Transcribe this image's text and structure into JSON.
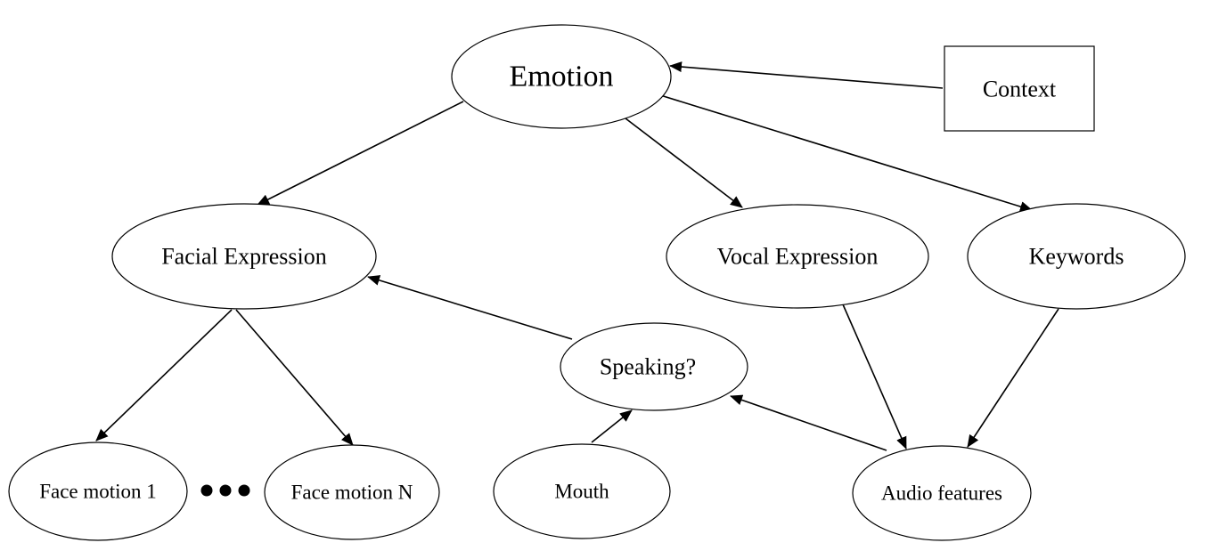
{
  "nodes": {
    "emotion": "Emotion",
    "context": "Context",
    "facial_expression": "Facial Expression",
    "vocal_expression": "Vocal Expression",
    "keywords": "Keywords",
    "speaking": "Speaking?",
    "face_motion_1": "Face motion 1",
    "face_motion_n": "Face motion N",
    "mouth": "Mouth",
    "audio_features": "Audio features"
  },
  "edges": [
    {
      "from": "context",
      "to": "emotion"
    },
    {
      "from": "emotion",
      "to": "facial_expression"
    },
    {
      "from": "emotion",
      "to": "vocal_expression"
    },
    {
      "from": "emotion",
      "to": "keywords"
    },
    {
      "from": "facial_expression",
      "to": "face_motion_1"
    },
    {
      "from": "facial_expression",
      "to": "face_motion_n"
    },
    {
      "from": "speaking",
      "to": "facial_expression"
    },
    {
      "from": "mouth",
      "to": "speaking"
    },
    {
      "from": "audio_features",
      "to": "speaking"
    },
    {
      "from": "vocal_expression",
      "to": "audio_features"
    },
    {
      "from": "keywords",
      "to": "audio_features"
    }
  ]
}
